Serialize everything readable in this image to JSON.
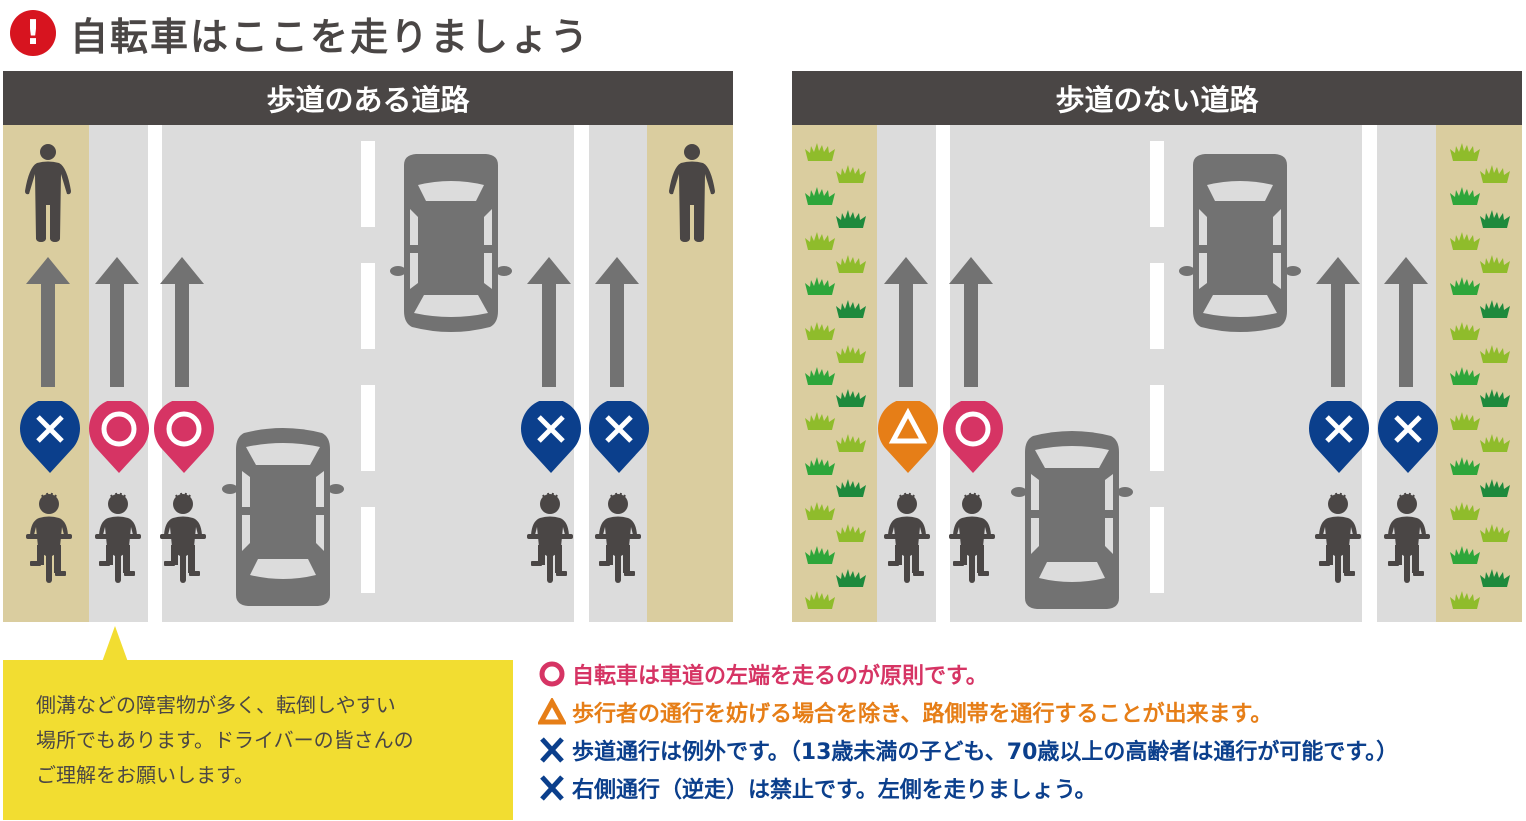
{
  "title": {
    "icon": "exclamation-icon",
    "text": "自転車はここを走りましょう"
  },
  "panels": [
    {
      "header": "歩道のある道路",
      "left_edge": "sidewalk",
      "right_edge": "sidewalk",
      "markers": [
        {
          "lane": "sidewalk-left",
          "symbol": "×",
          "meaning": "not-allowed",
          "color": "#0b3f8c"
        },
        {
          "lane": "road-left-edge",
          "symbol": "○",
          "meaning": "allowed",
          "color": "#d63464"
        },
        {
          "lane": "road-left",
          "symbol": "○",
          "meaning": "allowed",
          "color": "#d63464"
        },
        {
          "lane": "road-right",
          "symbol": "×",
          "meaning": "not-allowed",
          "color": "#0b3f8c"
        },
        {
          "lane": "road-right-edge",
          "symbol": "×",
          "meaning": "not-allowed",
          "color": "#0b3f8c"
        }
      ]
    },
    {
      "header": "歩道のない道路",
      "left_edge": "grass-shoulder",
      "right_edge": "grass-shoulder",
      "markers": [
        {
          "lane": "shoulder-left",
          "symbol": "△",
          "meaning": "conditional",
          "color": "#e67e17"
        },
        {
          "lane": "road-left",
          "symbol": "○",
          "meaning": "allowed",
          "color": "#d63464"
        },
        {
          "lane": "road-right",
          "symbol": "×",
          "meaning": "not-allowed",
          "color": "#0b3f8c"
        },
        {
          "lane": "shoulder-right",
          "symbol": "×",
          "meaning": "not-allowed",
          "color": "#0b3f8c"
        }
      ]
    }
  ],
  "callout": {
    "lines": [
      "側溝などの障害物が多く、転倒しやすい",
      "場所でもあります。ドライバーの皆さんの",
      "ご理解をお願いします。"
    ]
  },
  "legend": [
    {
      "symbol": "○",
      "icon": "circle-icon",
      "color": "#d63464",
      "text": "自転車は車道の左端を走るのが原則です。"
    },
    {
      "symbol": "△",
      "icon": "triangle-icon",
      "color": "#e67e17",
      "text": "歩行者の通行を妨げる場合を除き、路側帯を通行することが出来ます。"
    },
    {
      "symbol": "×",
      "icon": "cross-icon",
      "color": "#0b3f8c",
      "text": "歩道通行は例外です。（13歳未満の子ども、70歳以上の高齢者は通行が可能です。）"
    },
    {
      "symbol": "×",
      "icon": "cross-icon",
      "color": "#0b3f8c",
      "text": "右側通行（逆走）は禁止です。左側を走りましょう。"
    }
  ],
  "colors": {
    "header_bg": "#4a4645",
    "road": "#dcdcdc",
    "sidewalk": "#dacd9f",
    "allowed": "#d63464",
    "conditional": "#e67e17",
    "not_allowed": "#0b3f8c",
    "callout_bg": "#f2dd31",
    "alert": "#d7141f"
  }
}
